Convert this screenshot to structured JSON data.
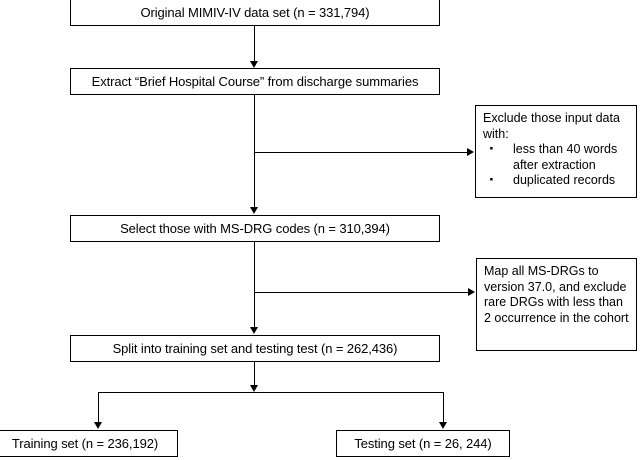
{
  "figure": {
    "type": "flowchart",
    "title": "Cohort selection flow diagram",
    "background_color": "#ffffff",
    "line_color": "#000000"
  },
  "nodes": {
    "original_dataset": "Original MIMIV-IV data set (n = 331,794)",
    "extract_bhc": "Extract “Brief Hospital Course” from discharge summaries",
    "select_msdrg": "Select those with MS-DRG codes (n = 310,394)",
    "split_sets": "Split into training set and testing test (n = 262,436)",
    "training_set": "Training set (n = 236,192)",
    "testing_set": "Testing set (n = 26, 244)"
  },
  "exclusion_1": {
    "lead": "Exclude those input data",
    "lead2": "with:",
    "bullets": [
      "less than 40 words after extraction",
      "duplicated records"
    ]
  },
  "exclusion_2": {
    "lines": [
      "Map all MS-DRGs to",
      "version 37.0, and",
      "exclude rare DRGs with",
      "less than 2 occurrence",
      "in the cohort"
    ]
  }
}
